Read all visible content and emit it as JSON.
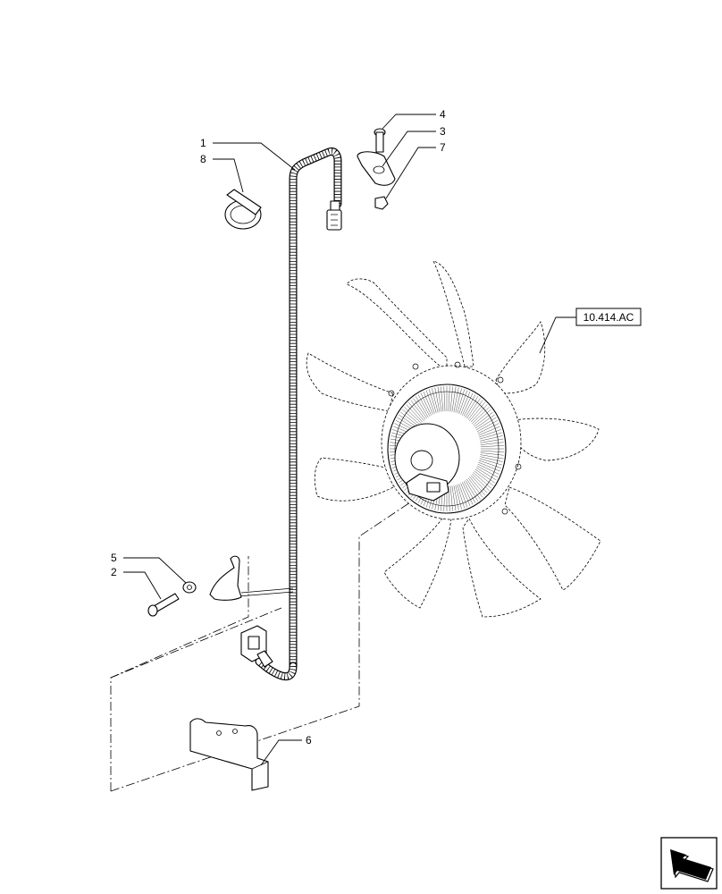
{
  "callouts": [
    {
      "id": "1",
      "label": "1"
    },
    {
      "id": "2",
      "label": "2"
    },
    {
      "id": "3",
      "label": "3"
    },
    {
      "id": "4",
      "label": "4"
    },
    {
      "id": "5",
      "label": "5"
    },
    {
      "id": "6",
      "label": "6"
    },
    {
      "id": "7",
      "label": "7"
    },
    {
      "id": "8",
      "label": "8"
    }
  ],
  "reference": {
    "label": "10.414.AC"
  },
  "icons": {
    "nav": "arrow-icon"
  }
}
